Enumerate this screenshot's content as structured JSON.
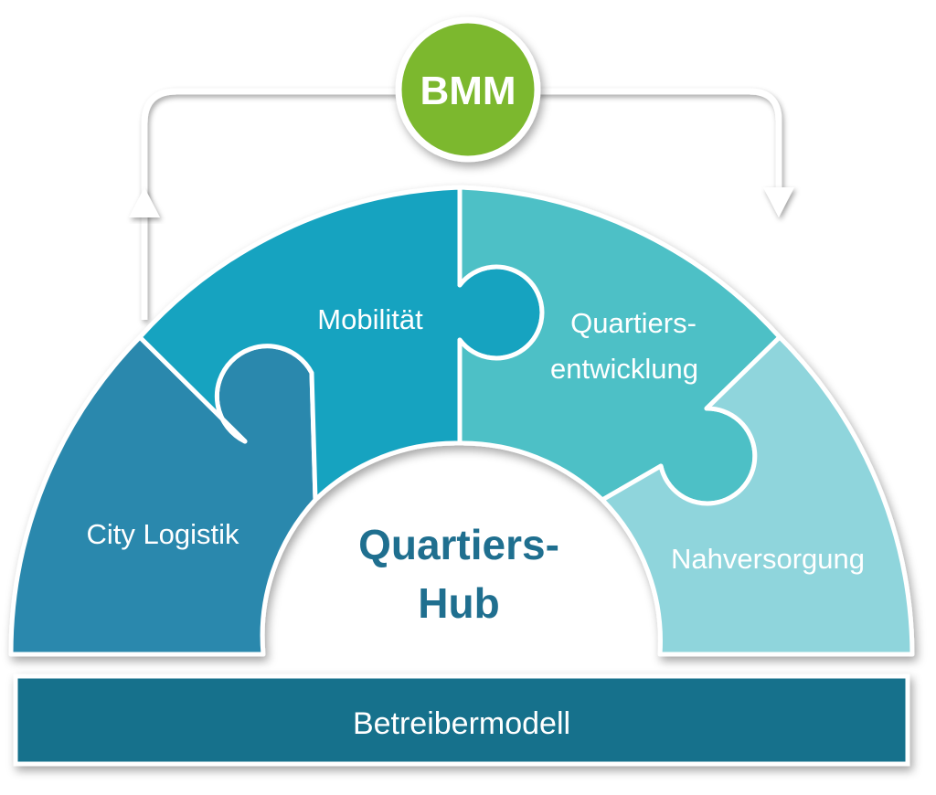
{
  "badge": {
    "label": "BMM",
    "color": "#7cb82f"
  },
  "segments": [
    {
      "id": "city-logistik",
      "label": "City Logistik",
      "color": "#2a88ad"
    },
    {
      "id": "mobilitaet",
      "label": "Mobilität",
      "color": "#18a3c0"
    },
    {
      "id": "quartiersentwicklung",
      "label_lines": [
        "Quartiers-",
        "entwicklung"
      ],
      "color": "#4dc0c6"
    },
    {
      "id": "nahversorgung",
      "label": "Nahversorgung",
      "color": "#8fd5dc"
    }
  ],
  "hub": {
    "lines": [
      "Quartiers-",
      "Hub"
    ],
    "color": "#1f6f8f"
  },
  "base": {
    "label": "Betreibermodell",
    "color": "#17718c"
  }
}
